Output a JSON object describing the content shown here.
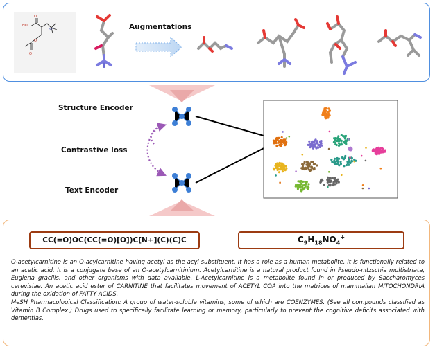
{
  "augment_label": "Augmentations",
  "structure_encoder_label": "Structure Encoder",
  "contrastive_loss_label": "Contrastive loss",
  "text_encoder_label": "Text Encoder",
  "smiles": "CC(=O)OC(CC(=O)[O])C[N+](C)(C)C",
  "formula": {
    "base": "C",
    "n1": "9",
    "h": "H",
    "n2": "18",
    "rest": "NO",
    "n3": "4",
    "charge": "+"
  },
  "description": {
    "p1": "O-acetylcarnitine is an O-acylcarnitine having acetyl as the acyl substituent. It has a role as a human metabolite. It is functionally related to an acetic acid. It is a conjugate base of an O-acetylcarnitinium. Acetylcarnitine is a natural product found in Pseudo-nitzschia multistriata, Euglena gracilis, and other organisms with data available. L-Acetylcarnitine is a metabolite found in or produced by Saccharomyces cerevisiae. An acetic acid ester of CARNITINE that facilitates movement of ACETYL COA into the matrices of mammalian MITOCHONDRIA during the oxidation of FATTY ACIDS.",
    "p2": "MeSH Pharmacological Classification: A group of water-soluble vitamins, some of which are COENZYMES. (See all compounds classified as Vitamin B Complex.) Drugs used to specifically facilitate learning or memory, particularly to prevent the cognitive deficits associated with dementias."
  },
  "colors": {
    "top_border": "#4f8fe0",
    "bottom_border": "#f2b77c",
    "box_border": "#9c3b12",
    "encoder": "#3d7fd6",
    "contrastive": "#9b59b6",
    "funnel": "#e8a0a0"
  },
  "cluster_colors": [
    "#f07f1a",
    "#e07010",
    "#7b6ccf",
    "#2aa47a",
    "#2a9a8a",
    "#e63e9b",
    "#8b6a3a",
    "#e8b41f",
    "#77b833",
    "#666666",
    "#b07ad0"
  ]
}
